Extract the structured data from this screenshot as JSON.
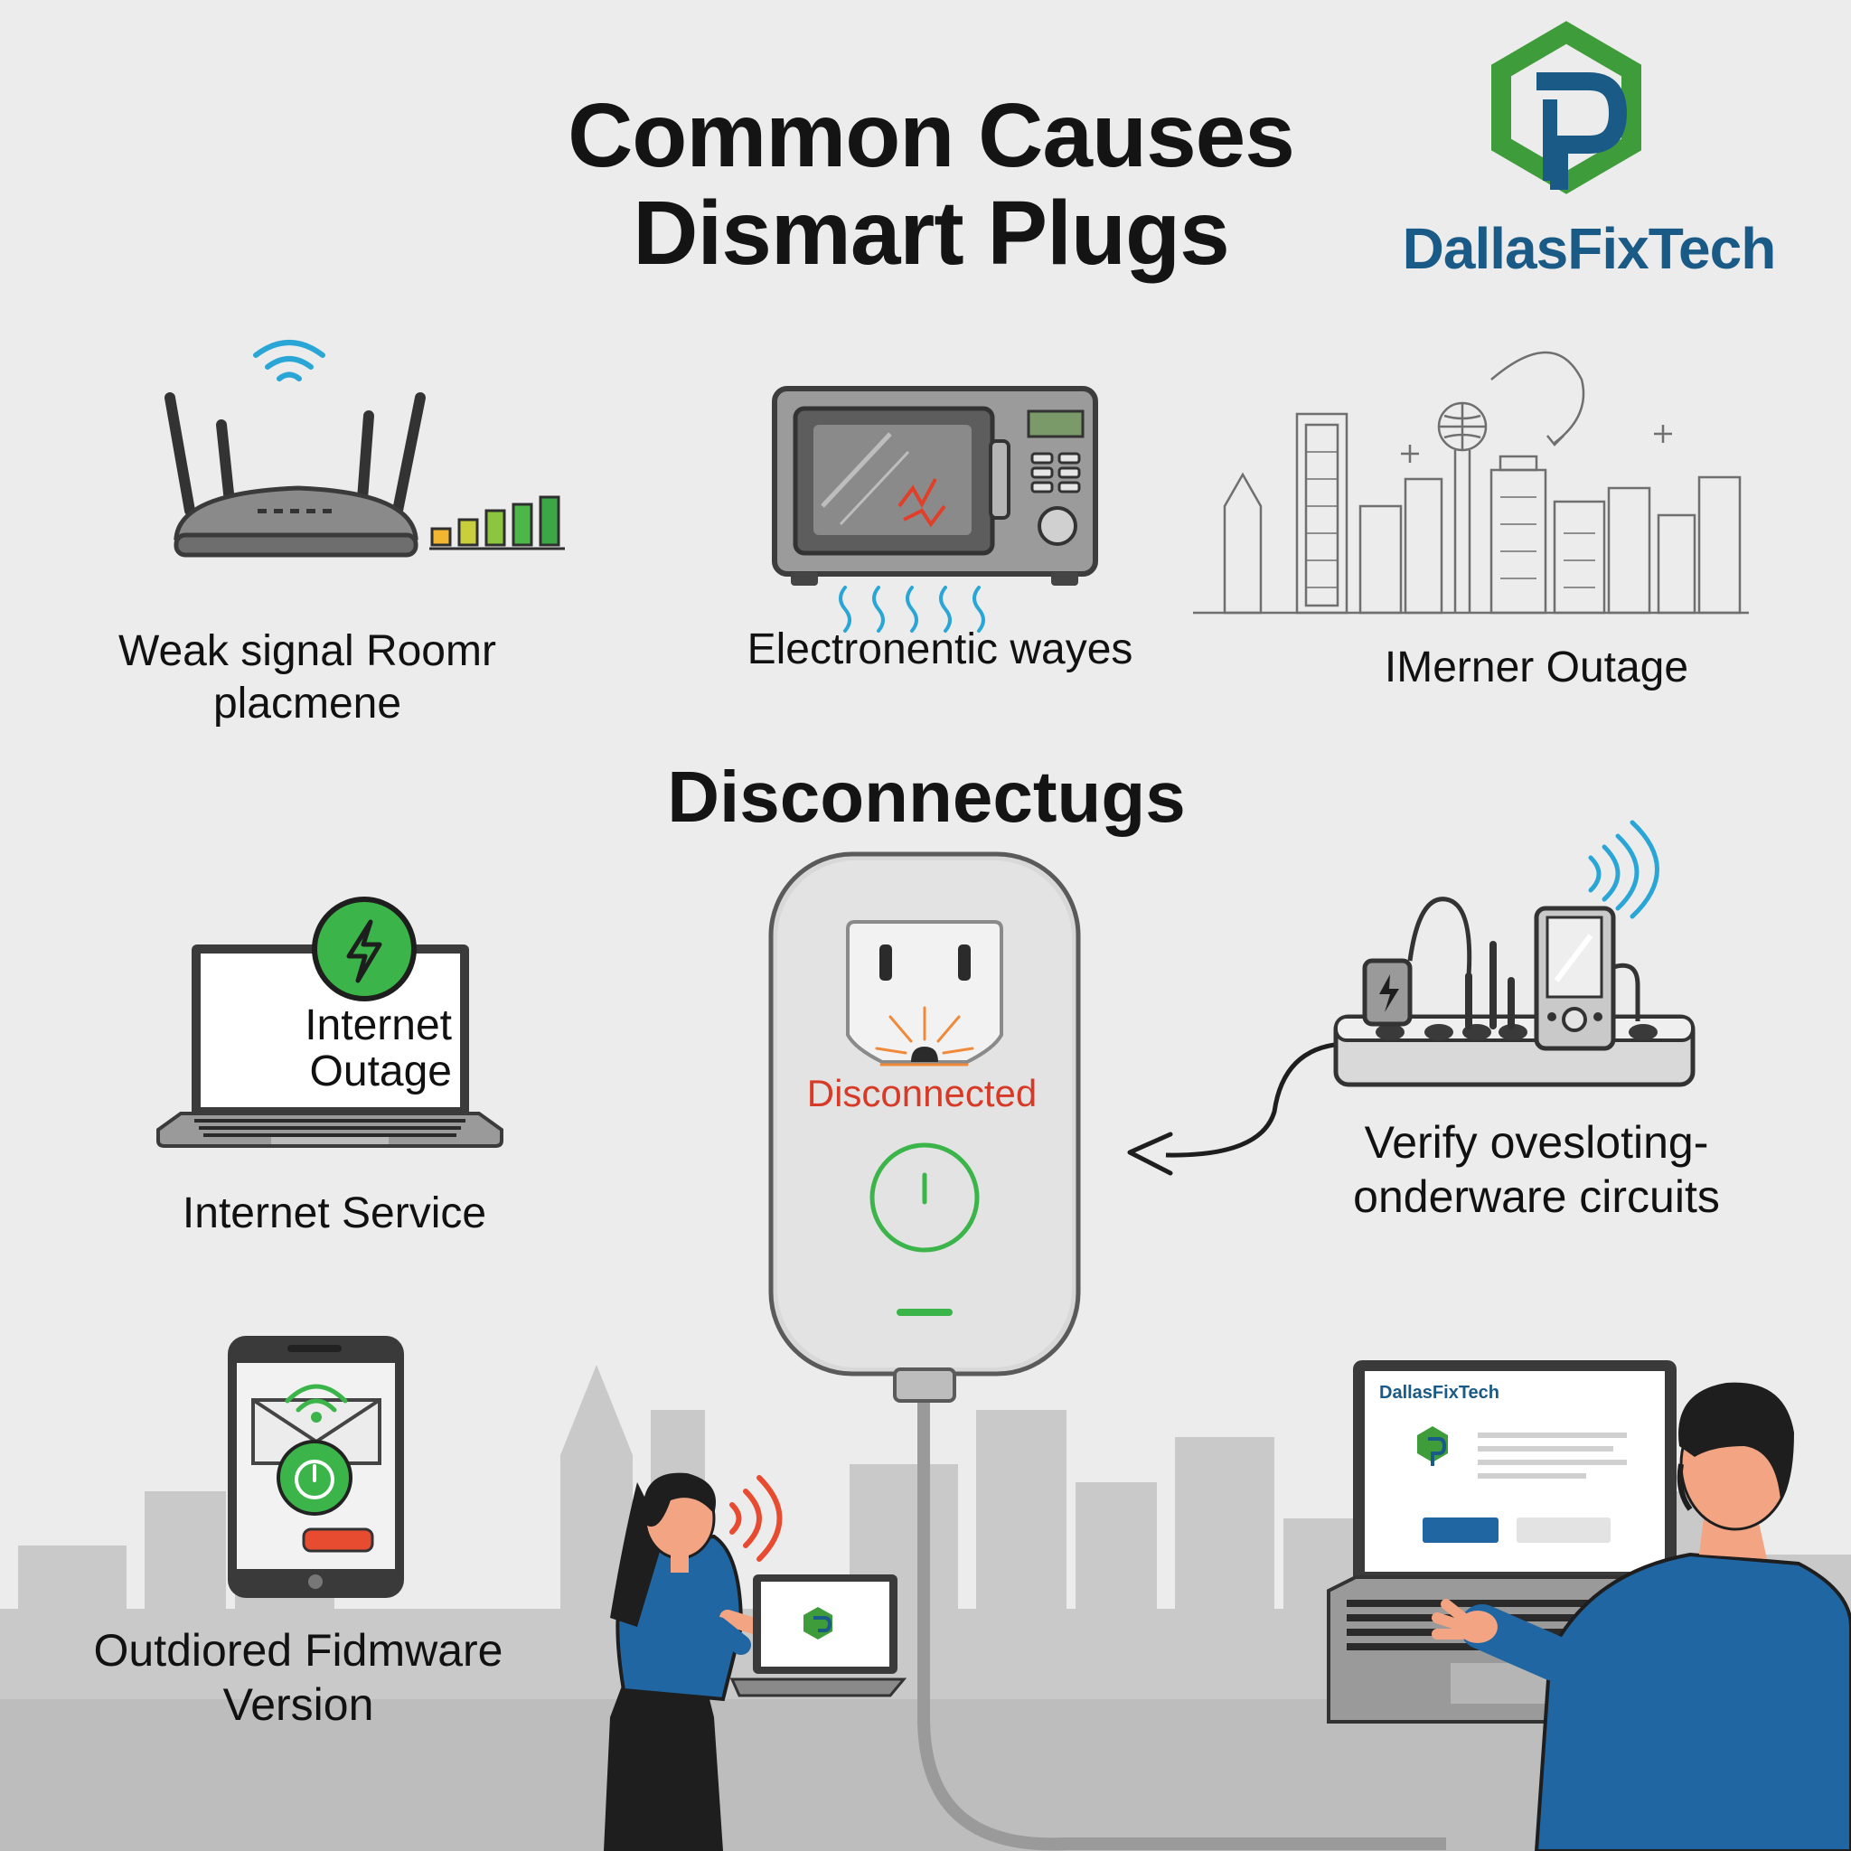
{
  "header": {
    "title_line1": "Common Causes",
    "title_line2": "Dismart Plugs",
    "brand_name": "DallasFixTech"
  },
  "causes": {
    "router_label_line1": "Weak signal Roomr",
    "router_label_line2": "placmene",
    "microwave_label": "Electronentic wayes",
    "skyline_label": "IMerner Outage",
    "laptop_screen_line1": "Internet",
    "laptop_screen_line2": "Outage",
    "laptop_label": "Internet Service",
    "power_strip_label_line1": "Verify ovesloting-",
    "power_strip_label_line2": "onderware circuits",
    "phone_label_line1": "Outdiored Fidmware",
    "phone_label_line2": "Version"
  },
  "center": {
    "section_title": "Disconnectugs",
    "plug_status": "Disconnected"
  },
  "screen": {
    "brand_name": "DallasFixTech"
  },
  "colors": {
    "brand_blue": "#1a5a86",
    "brand_green": "#3f9c3a",
    "alert_red": "#d73a26",
    "ok_green": "#3bb54a",
    "wifi_blue": "#2aa6d6"
  }
}
